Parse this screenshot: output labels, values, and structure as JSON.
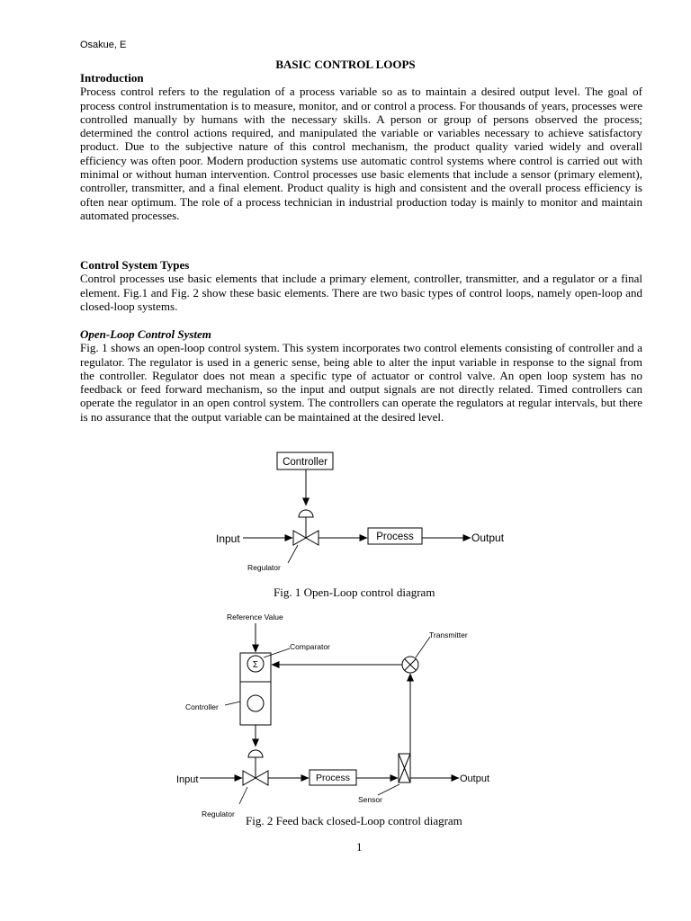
{
  "header": {
    "author": "Osakue, E"
  },
  "title": "BASIC CONTROL LOOPS",
  "introduction": {
    "heading": "Introduction",
    "body": "Process control refers to the regulation of a process variable so as to maintain a desired output level. The goal of process control instrumentation is to measure, monitor, and or control a process. For thousands of years, processes were controlled manually by humans with the necessary skills. A person or group of persons observed the process; determined the control actions required, and manipulated the variable or variables necessary to achieve satisfactory product. Due to the subjective nature of this control mechanism, the product quality varied widely and overall efficiency was often poor. Modern production systems use automatic control systems where control is carried out with minimal or without human intervention. Control processes use basic elements that include a sensor (primary element), controller, transmitter, and a final element. Product quality is high and consistent and the overall process efficiency is often near optimum. The role of a process technician in industrial production today is mainly to monitor and maintain automated processes."
  },
  "control_system_types": {
    "heading": "Control System Types",
    "body": "Control processes use basic elements that include a primary element, controller, transmitter, and a regulator or a final element. Fig.1 and Fig. 2 show these basic elements. There are two basic types of control loops, namely open-loop and closed-loop systems."
  },
  "open_loop": {
    "heading": "Open-Loop Control System",
    "body": "Fig. 1 shows an open-loop control system. This system incorporates two control elements consisting of controller and a regulator. The regulator is used in a generic sense, being able to alter the input variable in response to the signal from the controller. Regulator does not mean a specific type of actuator or control valve. An open loop system has no feedback or feed forward mechanism, so the input and output signals are not directly related. Timed controllers can operate the regulator in an open control system. The controllers can operate the regulators at regular intervals, but there is no assurance that the output variable can be maintained at the desired level."
  },
  "fig1": {
    "caption": "Fig. 1 Open-Loop control diagram",
    "controller": "Controller",
    "input": "Input",
    "process": "Process",
    "output": "Output",
    "regulator": "Regulator"
  },
  "fig2": {
    "caption": "Fig. 2 Feed back closed-Loop control diagram",
    "reference_value": "Reference Value",
    "comparator": "Comparator",
    "transmitter": "Transmitter",
    "controller": "Controller",
    "input": "Input",
    "process": "Process",
    "output": "Output",
    "sensor": "Sensor",
    "regulator": "Regulator"
  },
  "footer": {
    "page_number": "1"
  }
}
